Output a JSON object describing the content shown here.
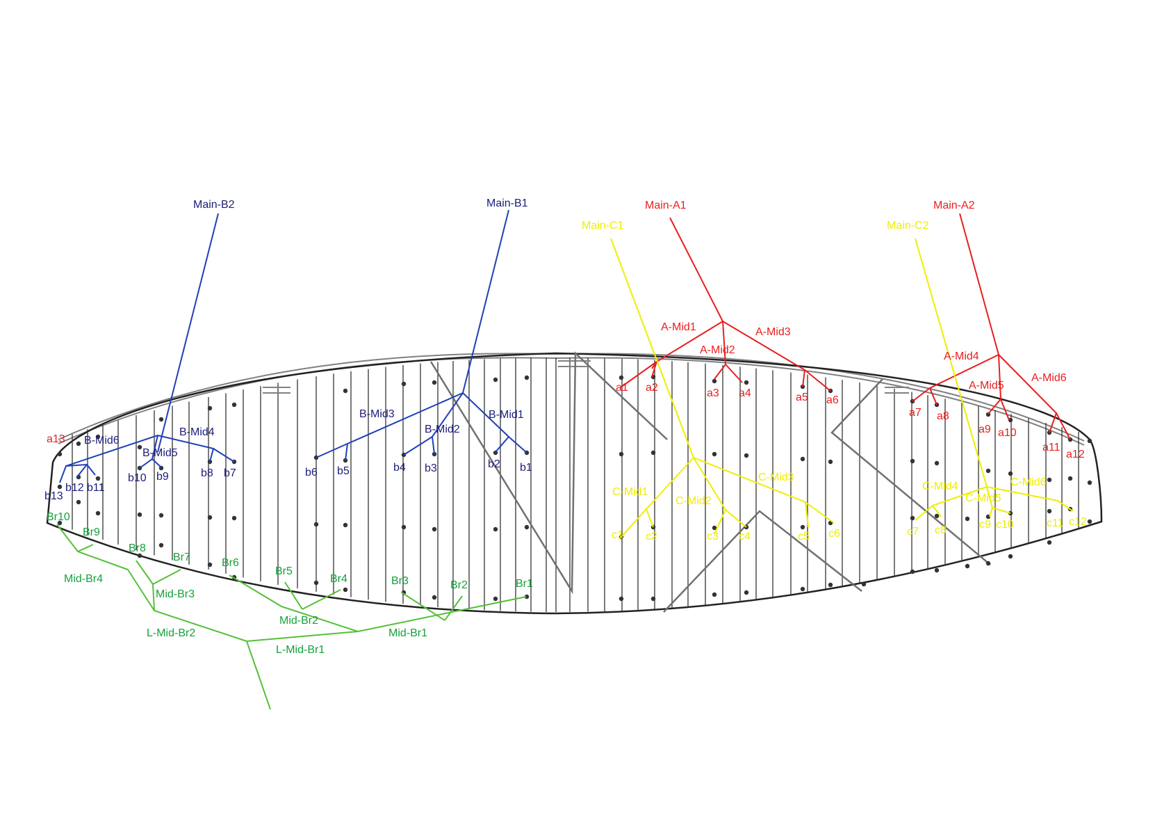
{
  "colors": {
    "a_lines": "#e81e1e",
    "b_lines": "#1f3fb8",
    "b_labels": "#1c1c7a",
    "c_lines": "#eeee00",
    "brake_lines": "#55c038",
    "brake_labels": "#16a03a",
    "canopy_outline": "#222222",
    "ribs": "#333333",
    "diagonals": "#707070"
  },
  "labels": {
    "main_a1": "Main-A1",
    "main_a2": "Main-A2",
    "main_b1": "Main-B1",
    "main_b2": "Main-B2",
    "main_c1": "Main-C1",
    "main_c2": "Main-C2",
    "a_mid1": "A-Mid1",
    "a_mid2": "A-Mid2",
    "a_mid3": "A-Mid3",
    "a_mid4": "A-Mid4",
    "a_mid5": "A-Mid5",
    "a_mid6": "A-Mid6",
    "b_mid1": "B-Mid1",
    "b_mid2": "B-Mid2",
    "b_mid3": "B-Mid3",
    "b_mid4": "B-Mid4",
    "b_mid5": "B-Mid5",
    "b_mid6": "B-Mid6",
    "c_mid1": "C-Mid1",
    "c_mid2": "C-Mid2",
    "c_mid3": "C-Mid3",
    "c_mid4": "C-Mid4",
    "c_mid5": "C-Mid5",
    "c_mid6": "C-Mid6",
    "mid_br1": "Mid-Br1",
    "mid_br2": "Mid-Br2",
    "mid_br3": "Mid-Br3",
    "mid_br4": "Mid-Br4",
    "l_mid_br1": "L-Mid-Br1",
    "l_mid_br2": "L-Mid-Br2",
    "a_points": [
      "a1",
      "a2",
      "a3",
      "a4",
      "a5",
      "a6",
      "a7",
      "a8",
      "a9",
      "a10",
      "a11",
      "a12",
      "a13"
    ],
    "b_points": [
      "b1",
      "b2",
      "b3",
      "b4",
      "b5",
      "b6",
      "b7",
      "b8",
      "b9",
      "b10",
      "b11",
      "b12",
      "b13"
    ],
    "c_points": [
      "c1",
      "c2",
      "c3",
      "c4",
      "c5",
      "c6",
      "c7",
      "c8",
      "c9",
      "c10",
      "c11",
      "c12"
    ],
    "brake_points": [
      "Br1",
      "Br2",
      "Br3",
      "Br4",
      "Br5",
      "Br6",
      "Br7",
      "Br8",
      "Br9",
      "Br10"
    ]
  }
}
